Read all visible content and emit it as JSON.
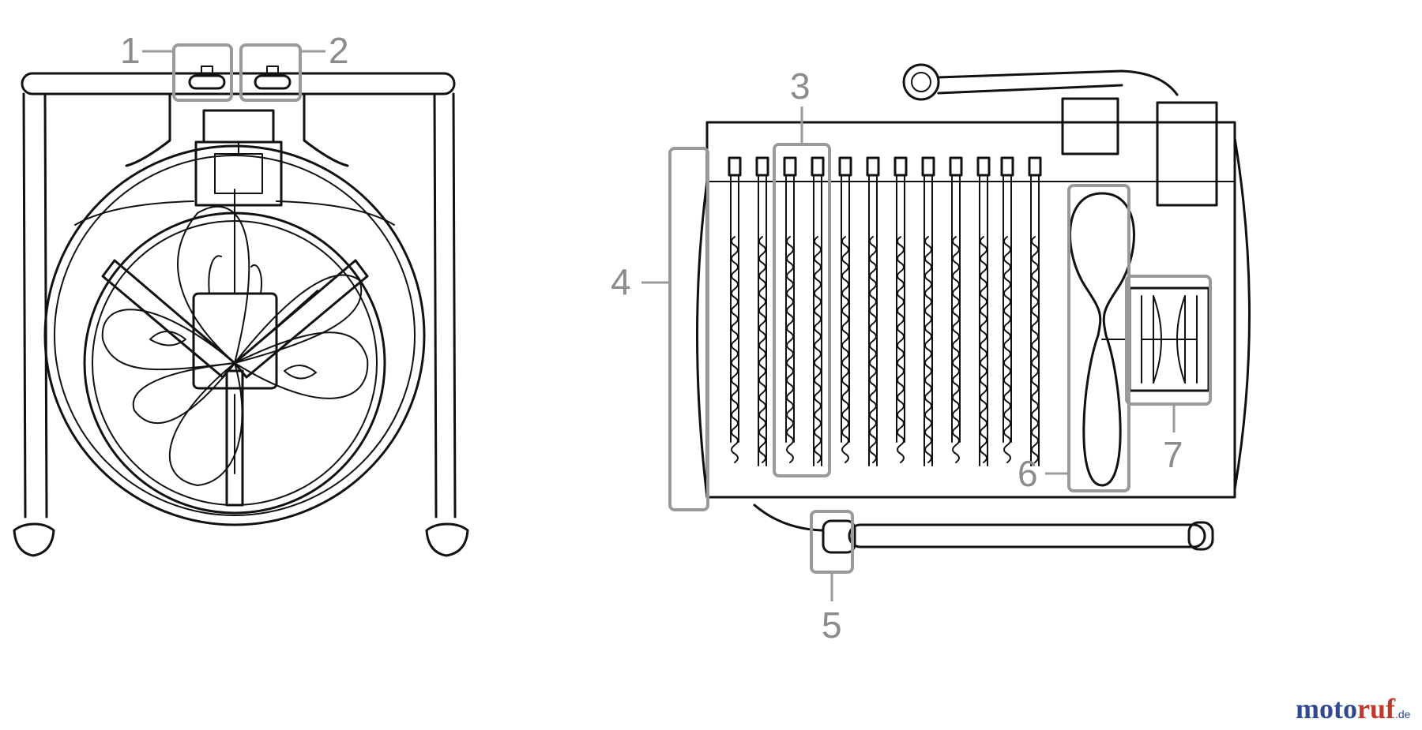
{
  "callouts": [
    {
      "id": "1",
      "label": "1"
    },
    {
      "id": "2",
      "label": "2"
    },
    {
      "id": "3",
      "label": "3"
    },
    {
      "id": "4",
      "label": "4"
    },
    {
      "id": "5",
      "label": "5"
    },
    {
      "id": "6",
      "label": "6"
    },
    {
      "id": "7",
      "label": "7"
    }
  ],
  "watermark": {
    "part1": "moto",
    "part2": "ruf",
    "domain": ".de"
  },
  "colors": {
    "callout": "#9a9a9a",
    "line": "#111111",
    "watermark_blue": "#2f4a93",
    "watermark_red": "#c0392b"
  }
}
